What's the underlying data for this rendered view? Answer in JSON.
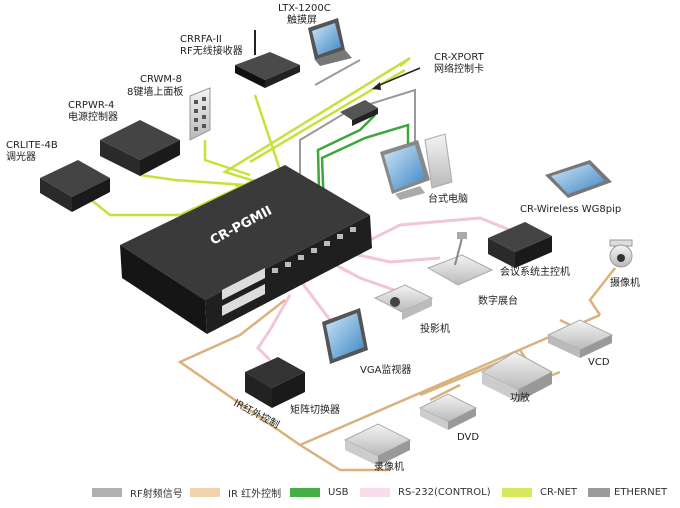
{
  "devices": {
    "main_unit": "CR-PGMII",
    "touch_panel": {
      "model": "LTX-1200C",
      "name": "触摸屏"
    },
    "rf_receiver": {
      "model": "CRRFA-II",
      "name": "RF无线接收器"
    },
    "wall_panel": {
      "model": "CRWM-8",
      "name": "8键墙上面板"
    },
    "power_controller": {
      "model": "CRPWR-4",
      "name": "电源控制器"
    },
    "dimmer": {
      "model": "CRLITE-4B",
      "name": "调光器"
    },
    "network_card": {
      "model": "CR-XPORT",
      "name": "网络控制卡"
    },
    "desktop_pc": "台式电脑",
    "wireless_panel": "CR-Wireless WG8pip",
    "conference_host": "会议系统主控机",
    "camera": "摄像机",
    "document_camera": "数字展台",
    "projector": "投影机",
    "vga_monitor": "VGA监视器",
    "vcd": "VCD",
    "matrix_switcher": "矩阵切换器",
    "amplifier": "功放",
    "ir_control": "IR红外控制",
    "dvd": "DVD",
    "recorder": "录像机"
  },
  "legend": [
    {
      "label": "RF射频信号",
      "color": "#b0b0b0"
    },
    {
      "label": "IR 红外控制",
      "color": "#f3d3ad"
    },
    {
      "label": "USB",
      "color": "#47b044"
    },
    {
      "label": "RS-232(CONTROL)",
      "color": "#f8dce9"
    },
    {
      "label": "CR-NET",
      "color": "#d5e85e"
    },
    {
      "label": "ETHERNET",
      "color": "#9a9a9a"
    }
  ],
  "colors": {
    "crnet": "#c9e03a",
    "usb": "#3aa83a",
    "ir": "#d9b27c",
    "rs232": "#f2c6d8",
    "ethernet": "#9a9a9a",
    "device_dark": "#2b2b2b"
  }
}
